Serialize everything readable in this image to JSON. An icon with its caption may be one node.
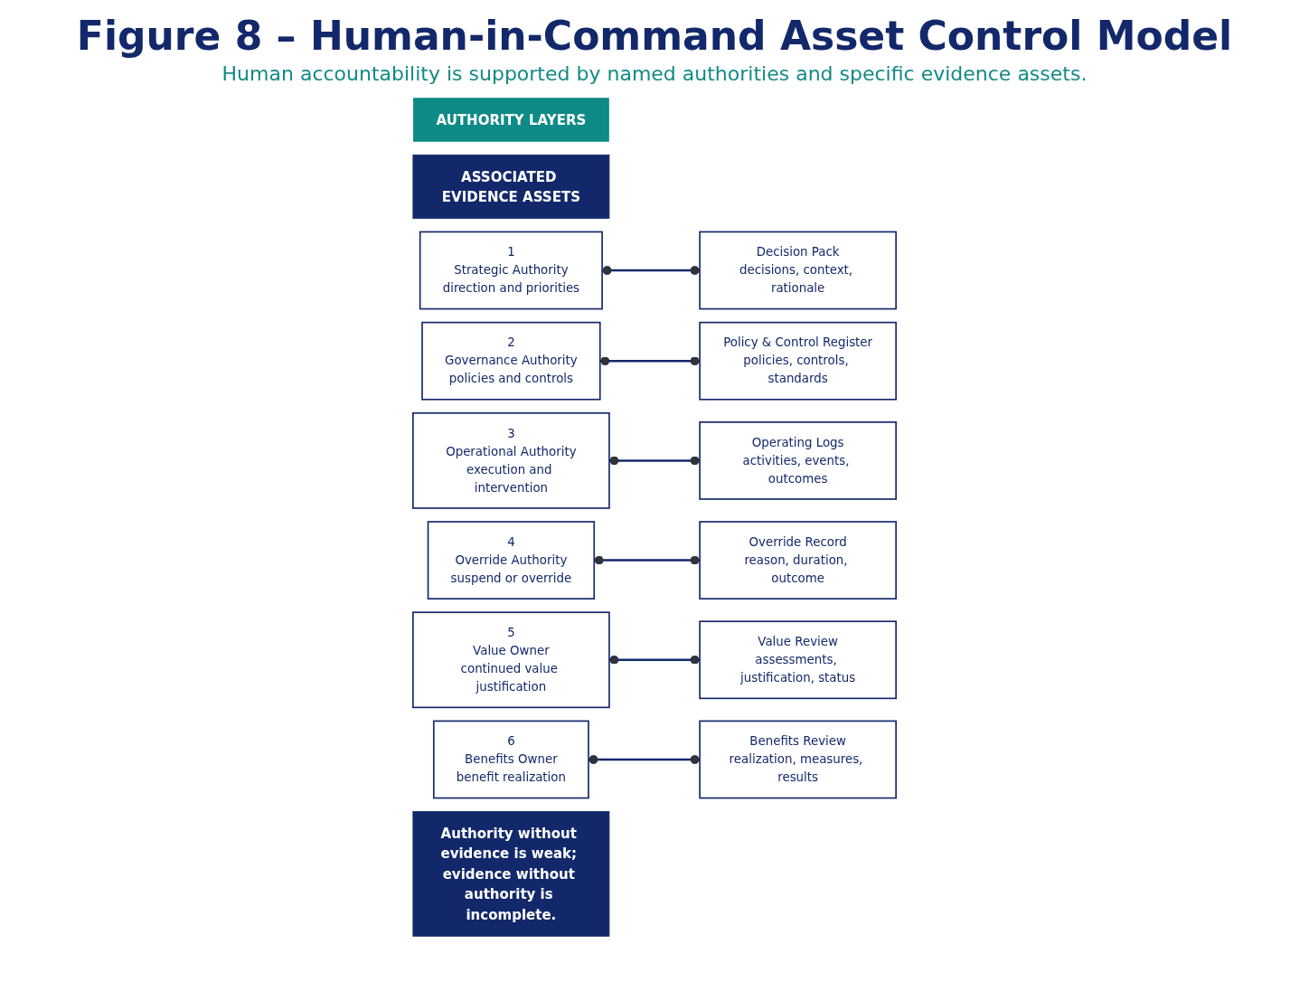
{
  "diagram": {
    "title": "Figure 8 – Human-in-Command Asset Control Model",
    "caption": "Human accountability is supported by named authorities and specific evidence assets.",
    "nodes": [
      {
        "text": [
          "AUTHORITY LAYERS"
        ]
      },
      {
        "text": [
          "ASSOCIATED EVIDENCE ASSETS"
        ]
      },
      {
        "text": [
          "1",
          "Strategic Authority",
          "direction and priorities"
        ]
      },
      {
        "text": [
          "Decision Pack",
          "decisions, context, rationale"
        ]
      },
      {
        "text": [
          "2",
          "Governance Authority",
          "policies and controls"
        ]
      },
      {
        "text": [
          "Policy & Control Register",
          "policies, controls, standards"
        ]
      },
      {
        "text": [
          "3",
          "Operational Authority",
          "execution and intervention"
        ]
      },
      {
        "text": [
          "Operating Logs",
          "activities, events, outcomes"
        ]
      },
      {
        "text": [
          "4",
          "Override Authority",
          "suspend or override"
        ]
      },
      {
        "text": [
          "Override Record",
          "reason, duration, outcome"
        ]
      },
      {
        "text": [
          "5",
          "Value Owner",
          "continued value justification"
        ]
      },
      {
        "text": [
          "Value Review",
          "assessments, justification, status"
        ]
      },
      {
        "text": [
          "6",
          "Benefits Owner",
          "benefit realization"
        ]
      },
      {
        "text": [
          "Benefits Review",
          "realization, measures, results"
        ]
      },
      {
        "text": [
          "Authority without evidence is weak; evidence without authority is incomplete."
        ]
      }
    ],
    "edges": [
      {
        "from": 2,
        "to": 3,
        "arrow": "other"
      },
      {
        "from": 4,
        "to": 5,
        "arrow": "other"
      },
      {
        "from": 6,
        "to": 7,
        "arrow": "other"
      },
      {
        "from": 8,
        "to": 9,
        "arrow": "other"
      },
      {
        "from": 10,
        "to": 11,
        "arrow": "other"
      },
      {
        "from": 12,
        "to": 13,
        "arrow": "other"
      }
    ]
  }
}
